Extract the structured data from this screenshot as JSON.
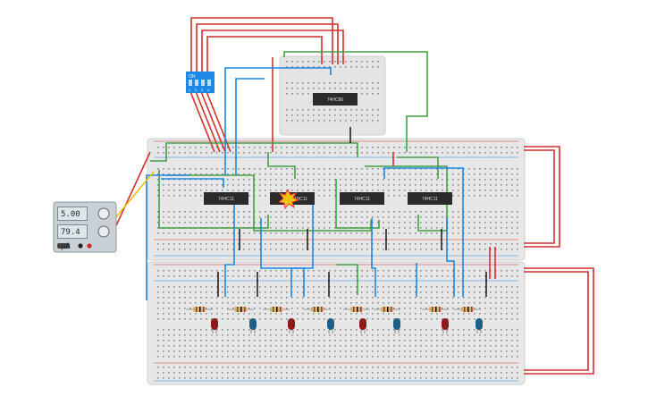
{
  "power_supply": {
    "voltage": "5.00 V",
    "current": "79.4 µA"
  },
  "dip_switch": {
    "on_label": "ON",
    "numbers": [
      "1",
      "2",
      "3",
      "4"
    ]
  },
  "chips": {
    "top": "74HC86",
    "main": [
      "74HC11",
      "74HC11",
      "74HC11",
      "74HC11"
    ]
  },
  "colors": {
    "wire_red": "#d32f2f",
    "wire_green": "#43a047",
    "wire_blue": "#1e88e5",
    "wire_yellow": "#e6c300",
    "led_red": "#8e1b1b",
    "led_blue": "#1f5f86",
    "breadboard": "#e7e7e7",
    "dip_switch": "#1e88e5"
  },
  "icons": [
    "dip-switch-icon",
    "chip-icon",
    "resistor-icon",
    "led-icon",
    "power-supply-icon",
    "warning-burst-icon"
  ]
}
